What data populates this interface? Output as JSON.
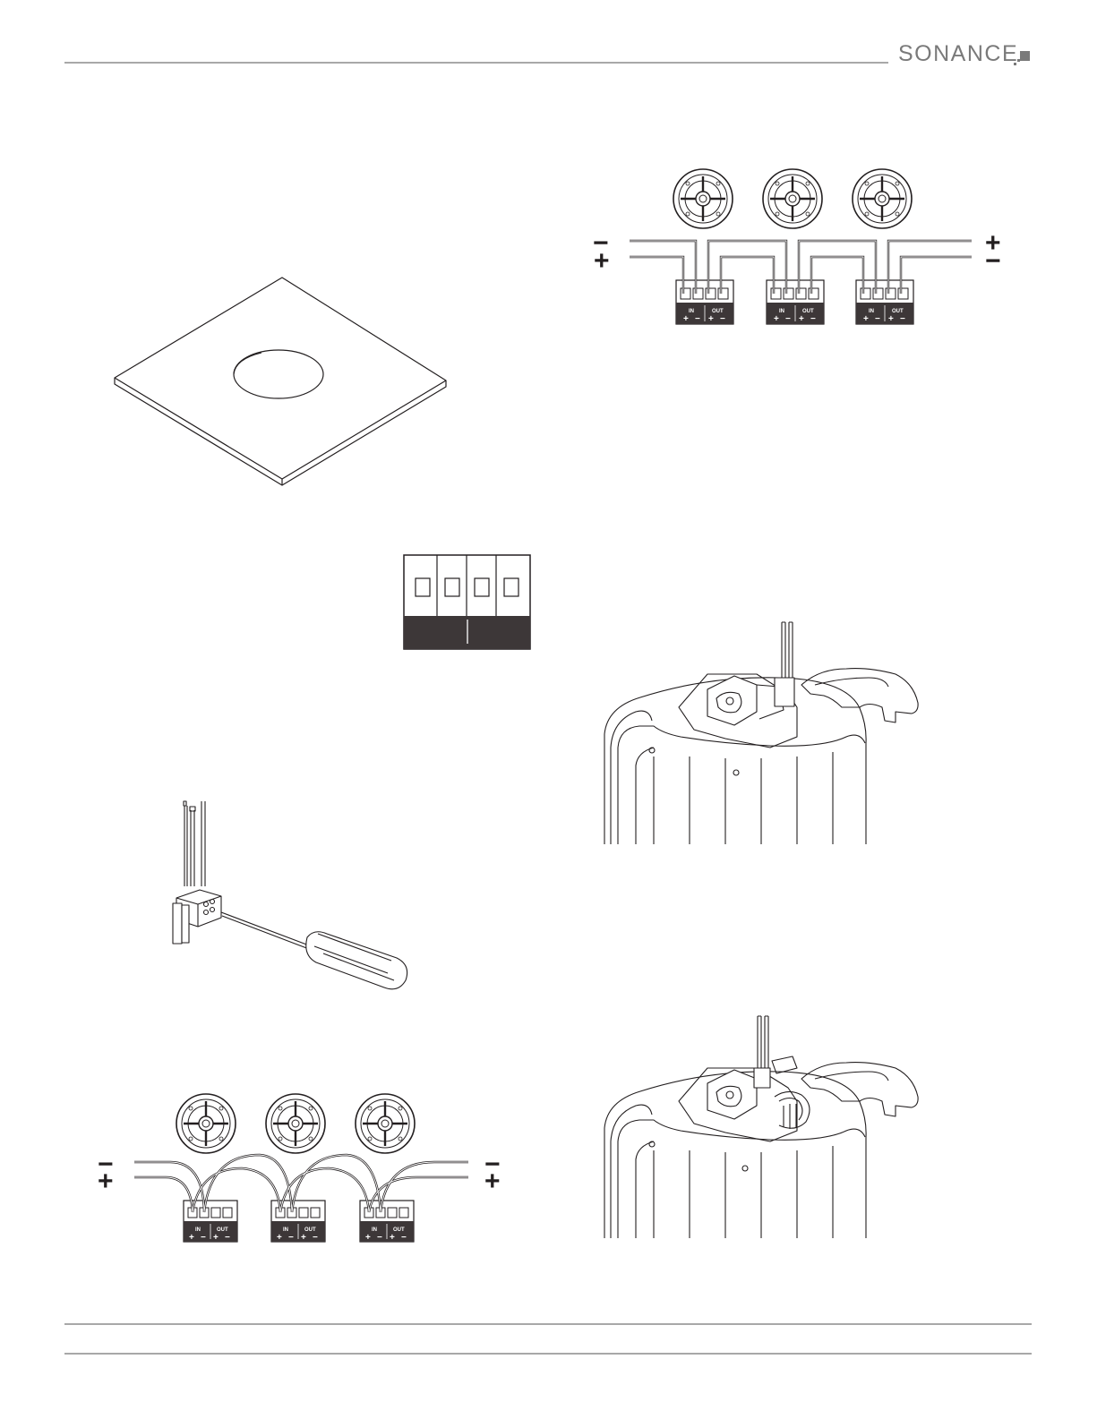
{
  "header": {
    "brand": "SONANCE",
    "brand_mark_icon": "sonance-logo-mark-icon"
  },
  "colors": {
    "ink": "#231f20",
    "rule": "#a8a8a8",
    "terminal_band": "#3d3738",
    "brand": "#7a7a7a"
  },
  "diagram_a": {
    "terminal_labels": {
      "in": "IN",
      "out": "OUT",
      "plus": "+",
      "minus": "−"
    },
    "left_polarity": {
      "top": "−",
      "bottom": "+"
    },
    "right_polarity": {
      "top": "+",
      "bottom": "−"
    }
  },
  "diagram_b": {
    "terminal_labels": {
      "in": "IN",
      "out": "OUT",
      "plus": "+",
      "minus": "−"
    },
    "left_polarity": {
      "top": "−",
      "bottom": "+"
    },
    "right_polarity": {
      "top": "−",
      "bottom": "+"
    }
  }
}
